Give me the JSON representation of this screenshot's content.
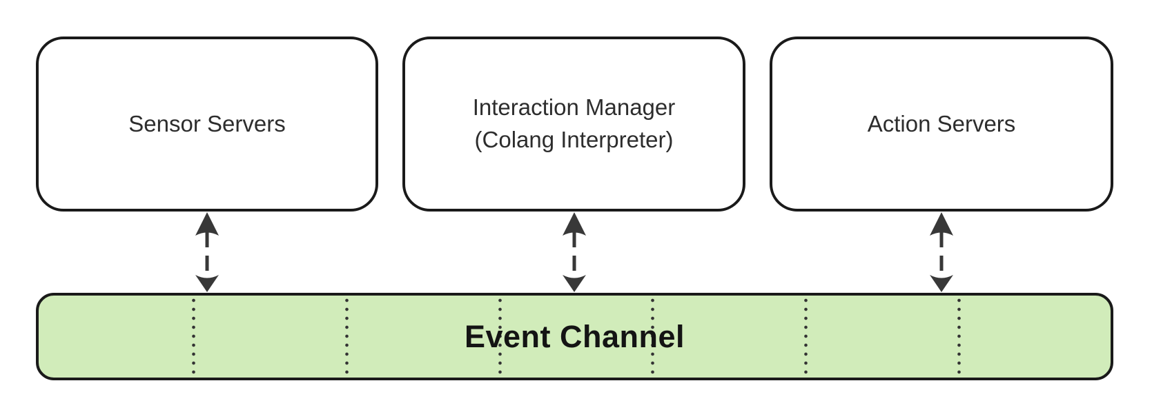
{
  "nodes": [
    {
      "id": "sensor-servers",
      "lines": [
        "Sensor Servers"
      ]
    },
    {
      "id": "interaction-manager",
      "lines": [
        "Interaction Manager",
        "(Colang Interpreter)"
      ]
    },
    {
      "id": "action-servers",
      "lines": [
        "Action Servers"
      ]
    }
  ],
  "channel": {
    "label": "Event Channel",
    "segments": 7,
    "divider_style": "dotted-vertical"
  },
  "connectors": [
    {
      "from": "sensor-servers",
      "to": "event-channel",
      "type": "bidirectional-dashed"
    },
    {
      "from": "interaction-manager",
      "to": "event-channel",
      "type": "bidirectional-dashed"
    },
    {
      "from": "action-servers",
      "to": "event-channel",
      "type": "bidirectional-dashed"
    }
  ],
  "colors": {
    "canvas-bg": "#ffffff",
    "node-fill": "#ffffff",
    "node-border": "#1a1a1a",
    "node-text": "#2d2d2d",
    "channel-fill": "#d1ecba",
    "channel-border": "#1a1a1a",
    "channel-text": "#141414",
    "arrow": "#383838",
    "divider-dot": "#333333"
  }
}
